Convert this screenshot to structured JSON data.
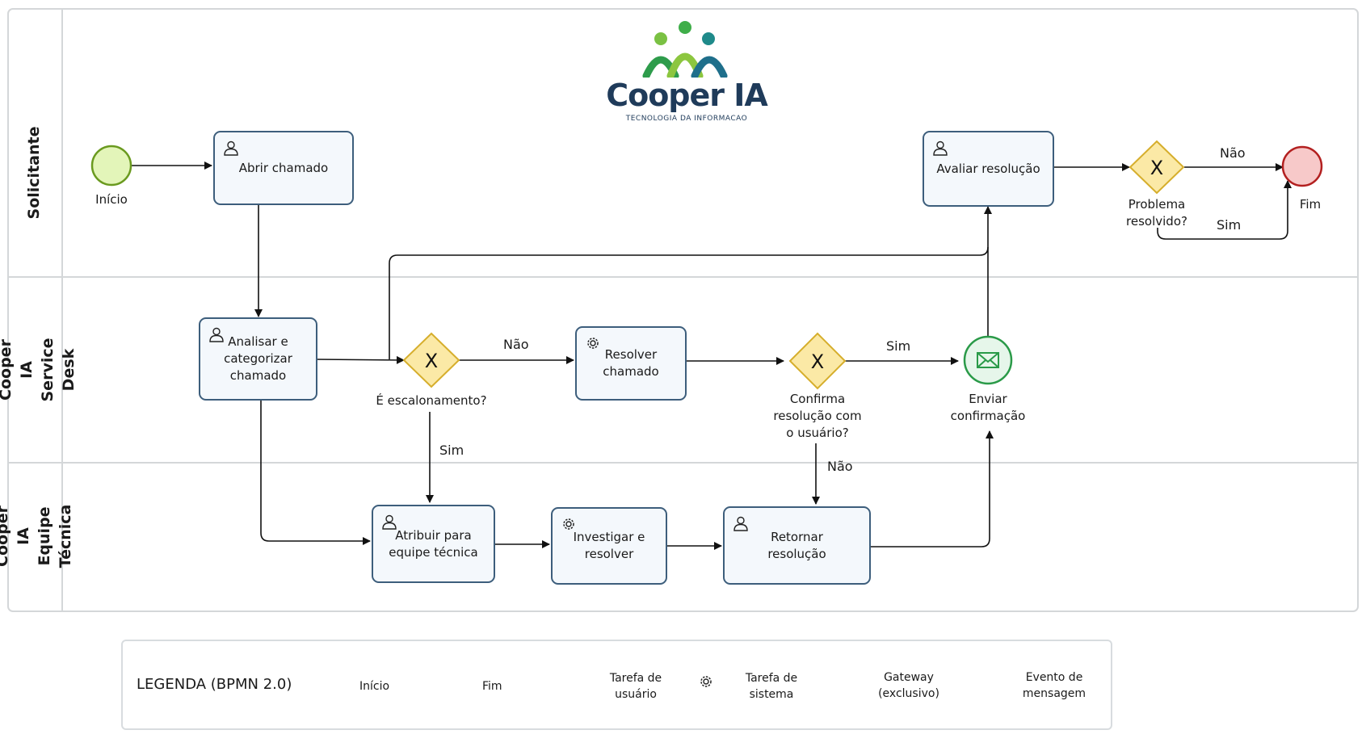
{
  "logo": {
    "name": "Cooper IA",
    "subtitle": "TECNOLOGIA DA INFORMACAO"
  },
  "lanes": [
    {
      "label": "Solicitante"
    },
    {
      "label": "Cooper IA\nService Desk"
    },
    {
      "label": "Cooper IA\nEquipe Técnica"
    }
  ],
  "events": {
    "start": "Início",
    "end": "Fim",
    "message": "Enviar\nconfirmação"
  },
  "tasks": {
    "abrir": "Abrir chamado",
    "analisar": "Analisar e\ncategorizar\nchamado",
    "resolver": "Resolver\nchamado",
    "atribuir": "Atribuir para\nequipe técnica",
    "investigar": "Investigar e\nresolver",
    "retornar": "Retornar\nresolução",
    "avaliar": "Avaliar resolução"
  },
  "gateways": {
    "escalonamento": "É escalonamento?",
    "confirma": "Confirma\nresolução com\no usuário?",
    "problema": "Problema\nresolvido?",
    "symbol": "X"
  },
  "flow_labels": {
    "escal_nao": "Não",
    "escal_sim": "Sim",
    "confirma_sim": "Sim",
    "confirma_nao": "Não",
    "problema_nao": "Não",
    "problema_sim": "Sim"
  },
  "legend": {
    "title": "LEGENDA (BPMN 2.0)",
    "inicio": "Início",
    "fim": "Fim",
    "tarefa_usuario": "Tarefa de\nusuário",
    "tarefa_sistema": "Tarefa de\nsistema",
    "gateway": "Gateway\n(exclusivo)",
    "mensagem": "Evento de\nmensagem"
  },
  "colors": {
    "start_fill": "#e3f5b9",
    "start_stroke": "#6a9a1f",
    "end_fill": "#f7c9c9",
    "end_stroke": "#b32020",
    "gateway_fill": "#fbe9a6",
    "gateway_stroke": "#d6ae2c",
    "message_fill": "#e6f6ea",
    "message_stroke": "#2a9a48",
    "task_stroke": "#3d5e7c",
    "task_fill": "#f4f8fc"
  }
}
